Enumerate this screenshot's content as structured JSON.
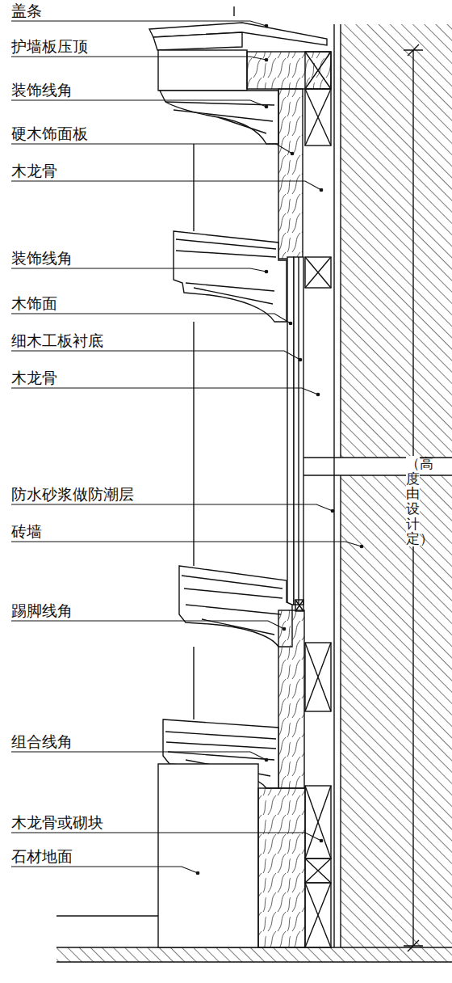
{
  "diagram": {
    "labels": [
      "盖条",
      "护墙板压顶",
      "装饰线角",
      "硬木饰面板",
      "木龙骨",
      "装饰线角",
      "木饰面",
      "细木工板衬底",
      "木龙骨",
      "防水砂浆做防潮层",
      "砖墙",
      "踢脚线角",
      "组合线角",
      "木龙骨或砌块",
      "石材地面",
      "（高度由设计定）"
    ]
  }
}
